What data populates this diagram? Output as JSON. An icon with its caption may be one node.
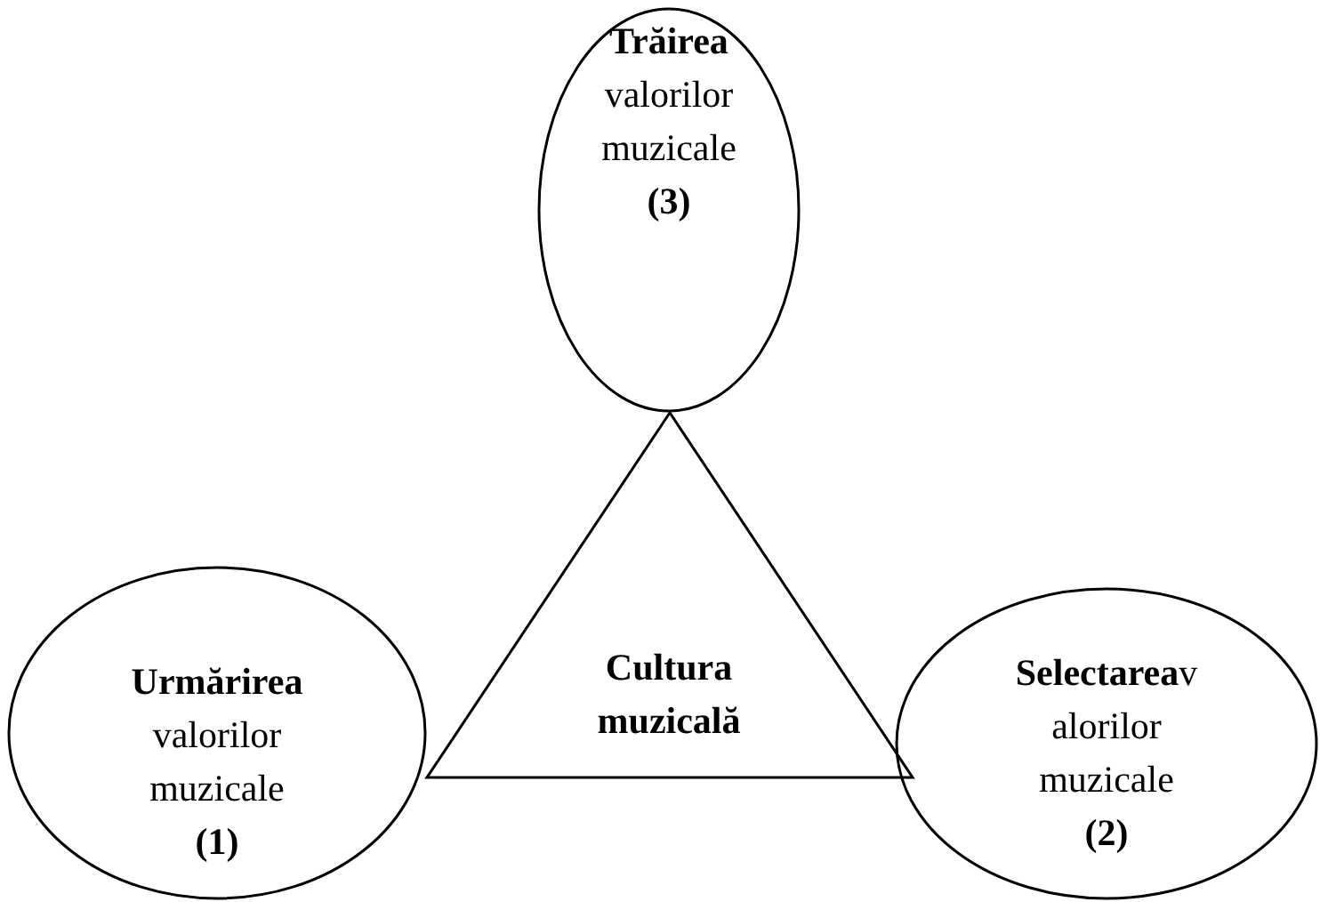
{
  "diagram": {
    "nodes": [
      {
        "text": [
          "**Trăirea** valorilor muzicale **(3)**"
        ]
      },
      {
        "text": [
          "**Urmărirea** valorilor muzicale **(1)**"
        ]
      },
      {
        "text": [
          "**Selectarea**v alorilor muzicale **(2)**"
        ]
      },
      {
        "text": [
          "Cultura muzicală"
        ]
      }
    ]
  }
}
